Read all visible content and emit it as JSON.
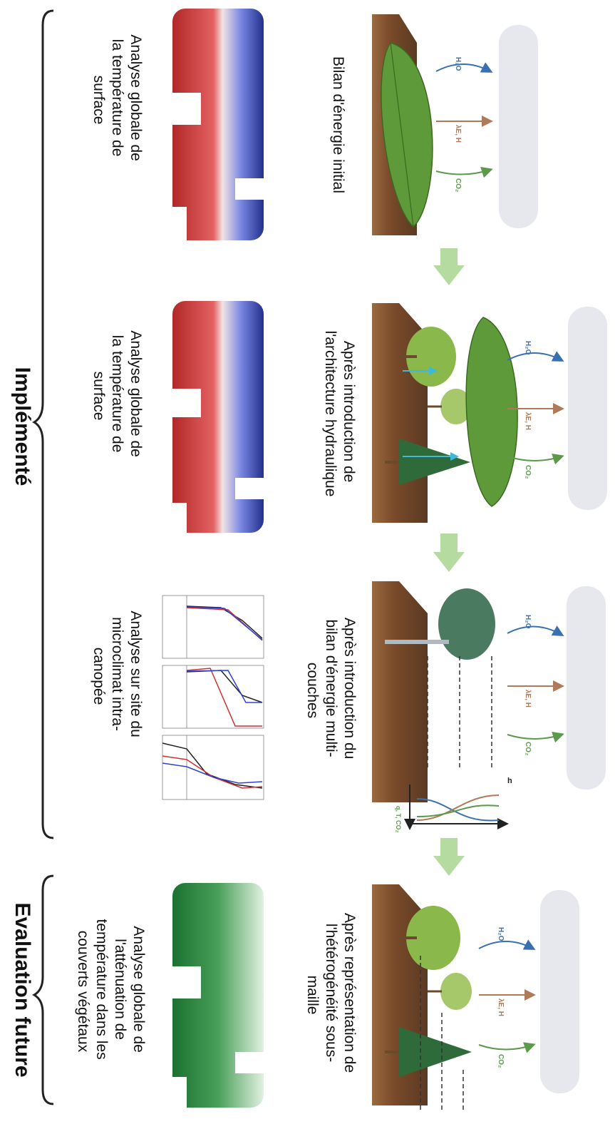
{
  "groups": {
    "implemented": "Implémenté",
    "future": "Evaluation future"
  },
  "stages": [
    {
      "title": "Bilan d'énergie initial",
      "analysis": [
        "Analyse globale de",
        "la température de",
        "surface"
      ]
    },
    {
      "title": [
        "Après introduction de",
        "l'architecture hydraulique"
      ],
      "analysis": [
        "Analyse globale de",
        "la température de",
        "surface"
      ]
    },
    {
      "title": [
        "Après introduction du",
        "bilan d'énergie multi-",
        "couches"
      ],
      "analysis": [
        "Analyse sur site du",
        "microclimat intra-",
        "canopée"
      ]
    },
    {
      "title": [
        "Après représentation de",
        "l'hétérogénéité sous-",
        "maille"
      ],
      "analysis": [
        "Analyse globale de",
        "l'atténuation de",
        "température dans les",
        "couverts végétaux"
      ]
    }
  ],
  "flux_labels": {
    "h2o": "H₂O",
    "energy": "λE, H",
    "co2": "CO₂"
  },
  "profile_axes": {
    "h": "h",
    "vars": "q, T, CO₂"
  },
  "colors": {
    "h2o": "#3a6fb0",
    "energy": "#b07a5a",
    "co2": "#5a9a4a",
    "soil": "#8a5a3a",
    "leaf": "#5e9a3a",
    "arrow_green": "#b5dba0",
    "warm": "#c82020",
    "cold": "#1a3aa0",
    "green_map": "#1e7a30"
  }
}
